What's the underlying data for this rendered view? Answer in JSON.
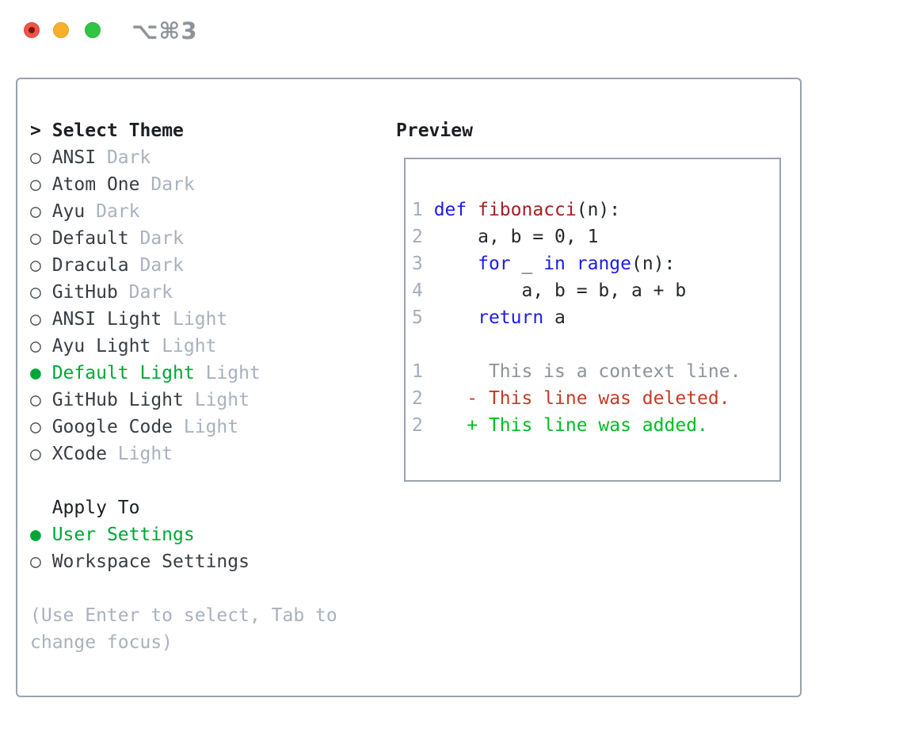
{
  "window": {
    "title": "⌥⌘3",
    "traffic_lights": [
      "close",
      "minimize",
      "zoom"
    ],
    "close_has_unsaved_dot": true
  },
  "theme_panel": {
    "header": {
      "prompt": ">",
      "label": "Select Theme"
    },
    "markers": {
      "selected": "●",
      "unselected": "○"
    },
    "items": [
      {
        "name": "ANSI",
        "tag": "Dark",
        "selected": false
      },
      {
        "name": "Atom One",
        "tag": "Dark",
        "selected": false
      },
      {
        "name": "Ayu",
        "tag": "Dark",
        "selected": false
      },
      {
        "name": "Default",
        "tag": "Dark",
        "selected": false
      },
      {
        "name": "Dracula",
        "tag": "Dark",
        "selected": false
      },
      {
        "name": "GitHub",
        "tag": "Dark",
        "selected": false
      },
      {
        "name": "ANSI Light",
        "tag": "Light",
        "selected": false
      },
      {
        "name": "Ayu Light",
        "tag": "Light",
        "selected": false
      },
      {
        "name": "Default Light",
        "tag": "Light",
        "selected": true
      },
      {
        "name": "GitHub Light",
        "tag": "Light",
        "selected": false
      },
      {
        "name": "Google Code",
        "tag": "Light",
        "selected": false
      },
      {
        "name": "XCode",
        "tag": "Light",
        "selected": false
      }
    ],
    "apply_to": {
      "header": "Apply To",
      "items": [
        {
          "name": "User Settings",
          "selected": true
        },
        {
          "name": "Workspace Settings",
          "selected": false
        }
      ]
    },
    "help_lines": [
      "(Use Enter to select, Tab to",
      "change focus)"
    ]
  },
  "preview": {
    "header": "Preview",
    "lines": [
      [
        {
          "t": "1 ",
          "c": "num"
        },
        {
          "t": "def",
          "c": "kw"
        },
        {
          "t": " ",
          "c": "code"
        },
        {
          "t": "fibonacci",
          "c": "fn"
        },
        {
          "t": "(n):",
          "c": "code"
        }
      ],
      [
        {
          "t": "2 ",
          "c": "num"
        },
        {
          "t": "    a, b = 0, 1",
          "c": "code"
        }
      ],
      [
        {
          "t": "3 ",
          "c": "num"
        },
        {
          "t": "    ",
          "c": "code"
        },
        {
          "t": "for",
          "c": "kw"
        },
        {
          "t": " _ ",
          "c": "code"
        },
        {
          "t": "in",
          "c": "kw"
        },
        {
          "t": " ",
          "c": "code"
        },
        {
          "t": "range",
          "c": "kw"
        },
        {
          "t": "(n):",
          "c": "code"
        }
      ],
      [
        {
          "t": "4 ",
          "c": "num"
        },
        {
          "t": "        a, b = b, a + b",
          "c": "code"
        }
      ],
      [
        {
          "t": "5 ",
          "c": "num"
        },
        {
          "t": "    ",
          "c": "code"
        },
        {
          "t": "return",
          "c": "kw"
        },
        {
          "t": " a",
          "c": "code"
        }
      ],
      [],
      [
        {
          "t": "1",
          "c": "num"
        },
        {
          "t": "      This is a context line.",
          "c": "ctx"
        }
      ],
      [
        {
          "t": "2",
          "c": "num"
        },
        {
          "t": "    ",
          "c": "code"
        },
        {
          "t": "- This line was deleted.",
          "c": "del"
        }
      ],
      [
        {
          "t": "2",
          "c": "num"
        },
        {
          "t": "    ",
          "c": "code"
        },
        {
          "t": "+ This line was added.",
          "c": "add"
        }
      ]
    ]
  },
  "colors": {
    "ink": "#1c1f23",
    "muted": "#a9b1bd",
    "linenum": "#a4adb9",
    "ctx": "#8d939c",
    "kw": "#1c1ce6",
    "fn": "#a32020",
    "del": "#c43b25",
    "add": "#00bd24",
    "sel_green": "#00a737",
    "border": "#99a1ac",
    "border2": "#9aa2ad",
    "tl_red": "#ef5449",
    "tl_yellow": "#f7b02b",
    "tl_green": "#31c546"
  }
}
